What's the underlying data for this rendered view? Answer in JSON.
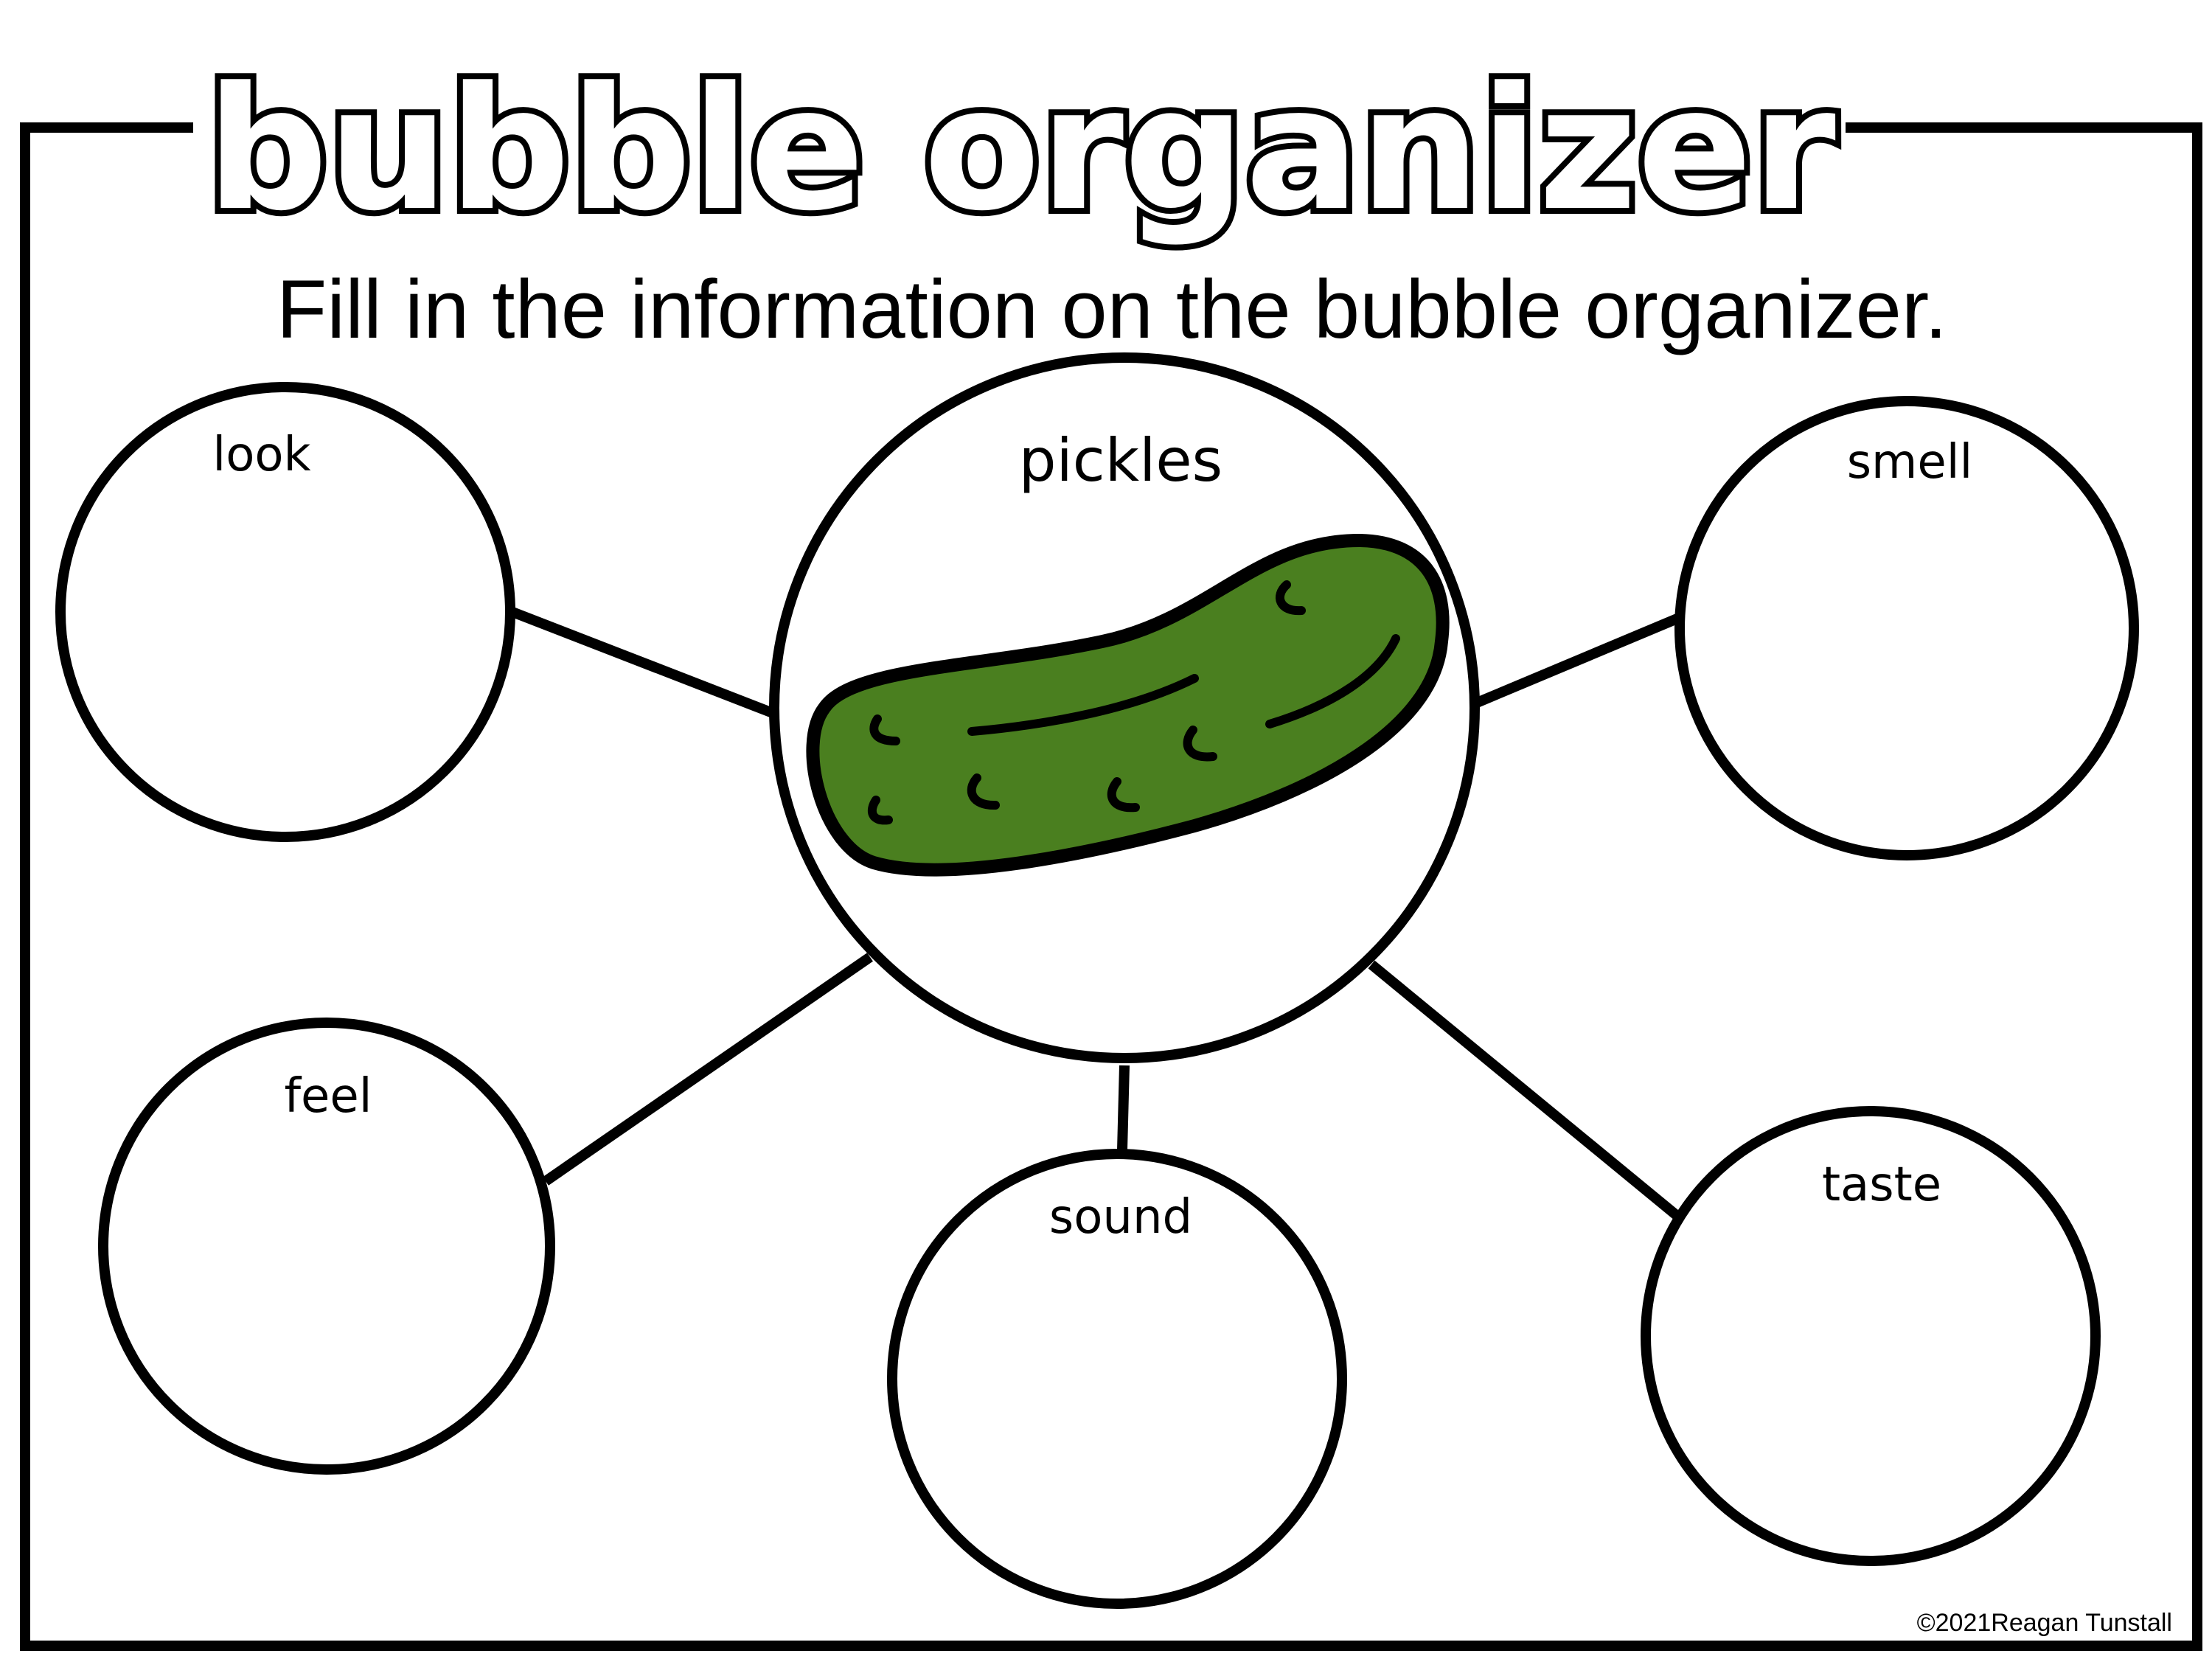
{
  "title": "bubble organizer",
  "subtitle": "Fill in the information on the bubble organizer.",
  "center": {
    "label": "pickles",
    "image_icon": "pickle-illustration"
  },
  "bubbles": [
    {
      "id": "look",
      "label": "look"
    },
    {
      "id": "smell",
      "label": "smell"
    },
    {
      "id": "feel",
      "label": "feel"
    },
    {
      "id": "sound",
      "label": "sound"
    },
    {
      "id": "taste",
      "label": "taste"
    }
  ],
  "copyright": "©2021Reagan Tunstall",
  "colors": {
    "stroke": "#000000",
    "pickle_fill": "#4a7f1f",
    "background": "#ffffff"
  }
}
